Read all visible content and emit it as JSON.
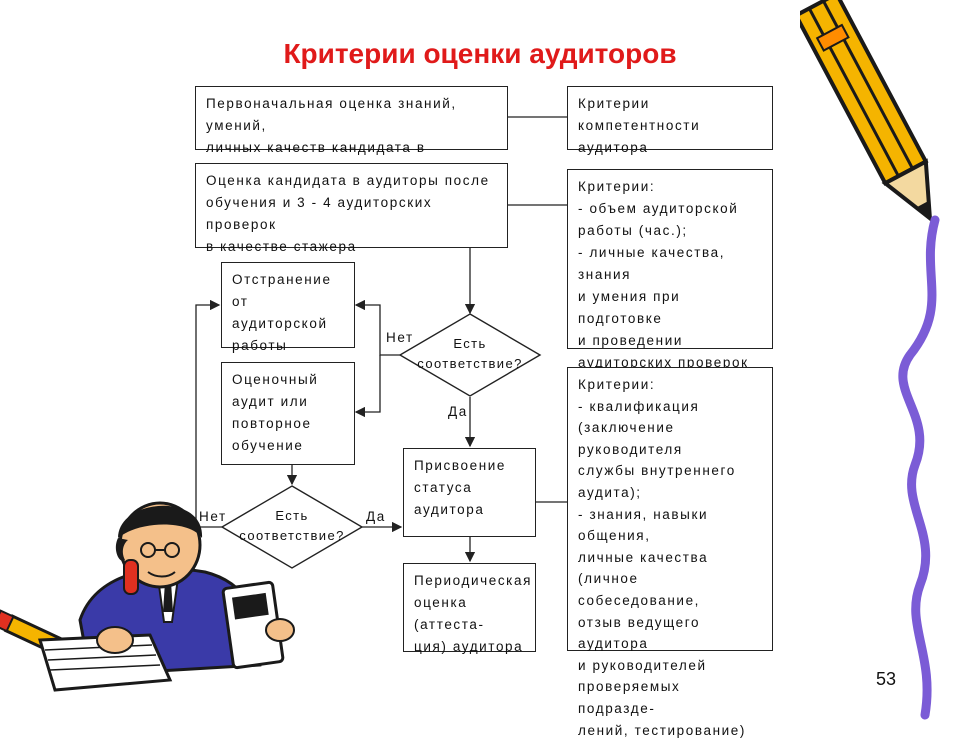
{
  "title": "Критерии оценки аудиторов",
  "page_number": "53",
  "boxes": {
    "initial_assessment": "Первоначальная оценка знаний, умений,\nличных качеств кандидата в аудиторы",
    "criteria_competence": "Критерии\nкомпетентности аудитора",
    "trainee_assessment": "Оценка кандидата в аудиторы после\nобучения и 3 - 4 аудиторских проверок\nв качестве стажера",
    "criteria_volume": "Критерии:\n- объем аудиторской\nработы (час.);\n- личные качества, знания\nи умения при подготовке\nи проведении\nаудиторских проверок",
    "removal": "Отстранение\nот аудиторской\nработы",
    "evaluation_audit": "Оценочный\nаудит или\nповторное\nобучение",
    "assign_status": "Присвоение\nстатуса\nаудитора",
    "criteria_qualification": "Критерии:\n- квалификация\n(заключение руководителя\nслужбы внутреннего\nаудита);\n- знания, навыки общения,\nличные качества (личное\nсобеседование,\nотзыв ведущего аудитора\nи руководителей\nпроверяемых подразде-\nлений, тестирование)",
    "periodic_assessment": "Периодическая\nоценка (аттеста-\nция) аудитора"
  },
  "decisions": {
    "upper": "Есть\nсоответствие?",
    "lower": "Есть\nсоответствие?"
  },
  "labels": {
    "upper_no": "Нет",
    "upper_yes": "Да",
    "lower_no": "Нет",
    "lower_yes": "Да"
  },
  "colors": {
    "title": "#e01a1a",
    "pencil_body": "#f5b400",
    "pencil_edge": "#1a1a1a",
    "squiggle": "#7b5cd6",
    "suit": "#3a3aa8"
  },
  "icons": [
    "pencil-icon",
    "squiggle-decoration",
    "auditor-cartoon"
  ]
}
